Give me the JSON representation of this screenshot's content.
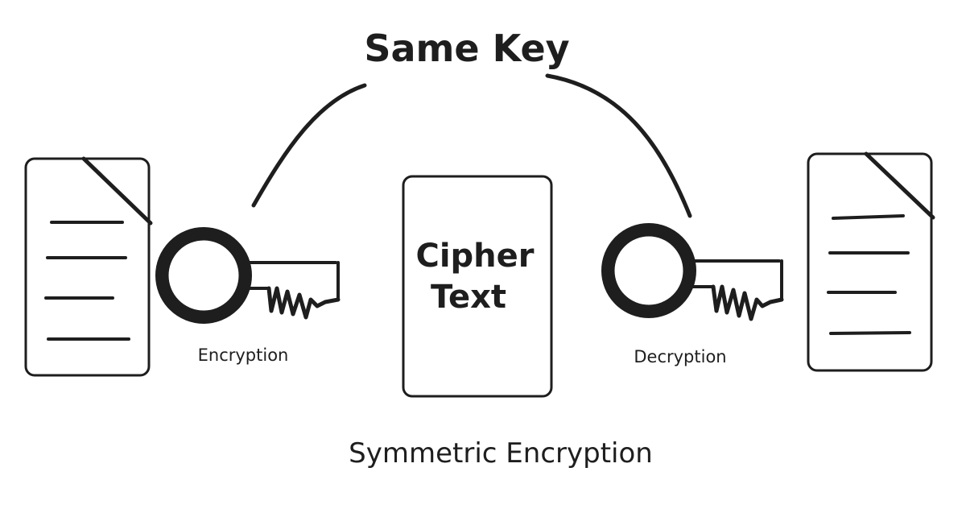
{
  "title": "Same Key",
  "cipher": {
    "line1": "Cipher",
    "line2": "Text"
  },
  "left_key": {
    "label": "Encryption"
  },
  "right_key": {
    "label": "Decryption"
  },
  "footer": "Symmetric Encryption",
  "colors": {
    "ink": "#1e1e1e",
    "background": "#ffffff"
  },
  "icons": [
    "document-icon",
    "key-icon",
    "cipher-text-card",
    "arc-connector"
  ]
}
